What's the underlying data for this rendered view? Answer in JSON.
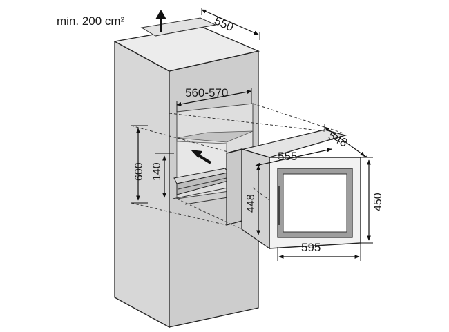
{
  "labels": {
    "vent": "min. 200 cm²",
    "depth_top": "550",
    "niche_width": "560-570",
    "niche_height": "600",
    "drawer_height": "140",
    "unit_depth": "548",
    "unit_inner_width": "555",
    "unit_body_height": "448",
    "unit_front_height": "450",
    "unit_front_width": "595"
  }
}
